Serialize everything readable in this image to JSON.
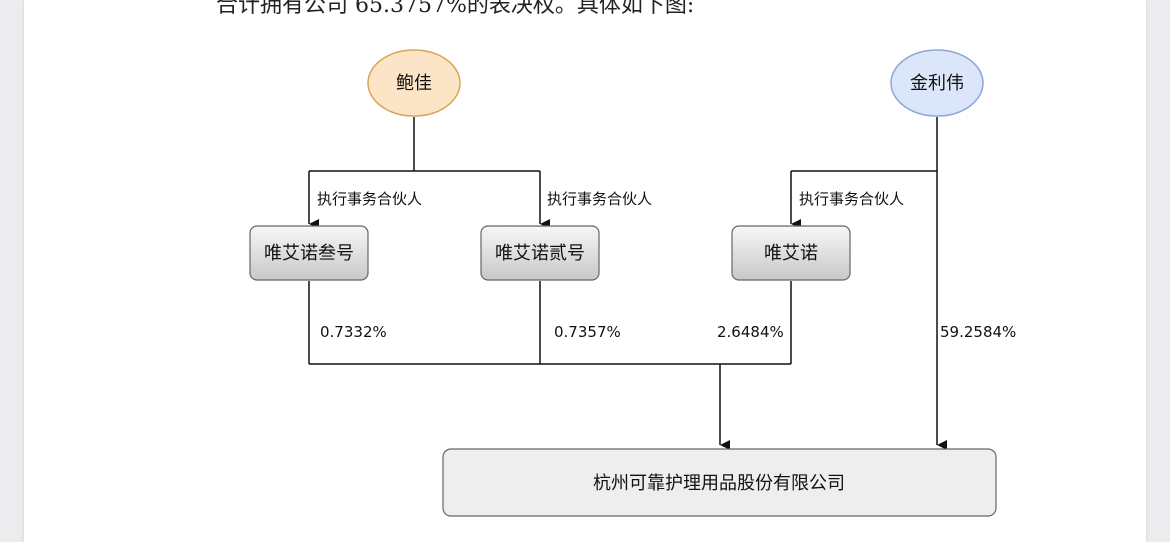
{
  "document": {
    "cut_off_text": "合计拥有公司 65.3757%的表决权。具体如下图:"
  },
  "diagram": {
    "persons": {
      "bao_jia": "鲍佳",
      "jin_liwei": "金利伟"
    },
    "partnerships": {
      "weiainuo_3": "唯艾诺叁号",
      "weiainuo_2": "唯艾诺贰号",
      "weiainuo": "唯艾诺"
    },
    "company": "杭州可靠护理用品股份有限公司",
    "relation_label": "执行事务合伙人",
    "stakes": {
      "weiainuo_3": "0.7332%",
      "weiainuo_2": "0.7357%",
      "weiainuo": "2.6484%",
      "jin_liwei": "59.2584%"
    },
    "colors": {
      "bao_jia_fill": "#fbe5c6",
      "bao_jia_stroke": "#d7a55a",
      "jin_liwei_fill": "#dbe6fb",
      "jin_liwei_stroke": "#8ea6d6",
      "box_stroke": "#666666",
      "company_fill": "#eeeeee"
    }
  }
}
